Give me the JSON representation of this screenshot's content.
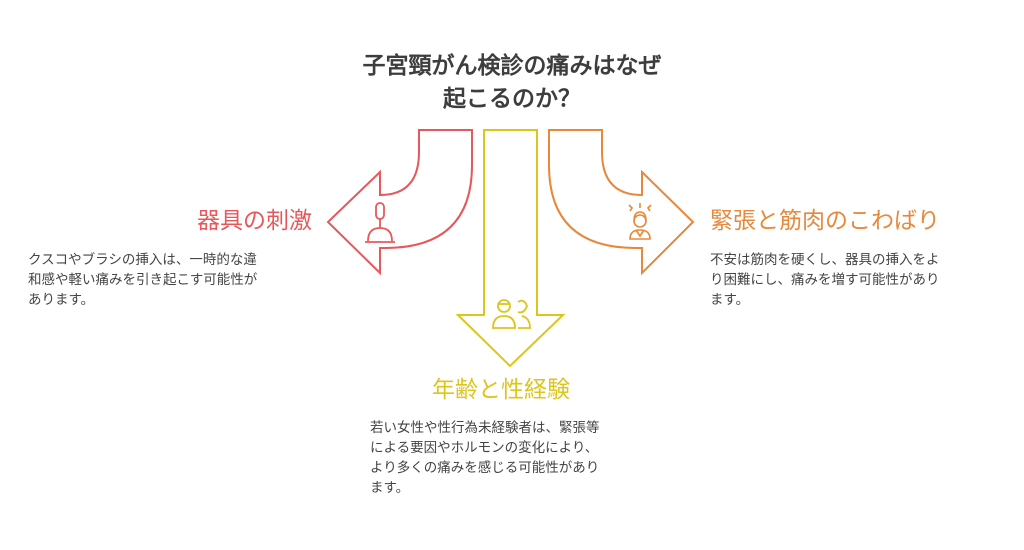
{
  "title": {
    "lines": [
      "子宮頸がん検診の痛みはなぜ",
      "起こるのか？"
    ]
  },
  "colors": {
    "left": "#e8575a",
    "center": "#ddc51c",
    "right": "#e8883a"
  },
  "branches": [
    {
      "heading": "器具の刺激",
      "icon": "speculum-icon",
      "body": [
        "クスコやブラシの挿入は、一時的な違",
        "和感や軽い痛みを引き起こす可能性が",
        "あります。"
      ]
    },
    {
      "heading": "年齢と性経験",
      "icon": "two-people-icon",
      "body": [
        "若い女性や性行為未経験者は、緊張等",
        "による要因やホルモンの変化により、",
        "より多くの痛みを感じる可能性があり",
        "ます。"
      ]
    },
    {
      "heading": "緊張と筋肉のこわばり",
      "icon": "stressed-woman-icon",
      "body": [
        "不安は筋肉を硬くし、器具の挿入をよ",
        "り困難にし、痛みを増す可能性があり",
        "ます。"
      ]
    }
  ]
}
